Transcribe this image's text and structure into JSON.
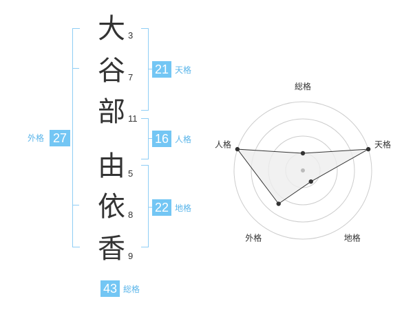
{
  "surname": [
    {
      "char": "大",
      "strokes": "3"
    },
    {
      "char": "谷",
      "strokes": "7"
    },
    {
      "char": "部",
      "strokes": "11"
    }
  ],
  "given_name": [
    {
      "char": "由",
      "strokes": "5"
    },
    {
      "char": "依",
      "strokes": "8"
    },
    {
      "char": "香",
      "strokes": "9"
    }
  ],
  "tenkaku": {
    "value": "21",
    "label": "天格"
  },
  "jinkaku": {
    "value": "16",
    "label": "人格"
  },
  "chikaku": {
    "value": "22",
    "label": "地格"
  },
  "gaikaku": {
    "value": "27",
    "label": "外格"
  },
  "soukaku": {
    "value": "43",
    "label": "総格"
  },
  "chart_data": {
    "type": "radar",
    "axes": [
      "総格",
      "天格",
      "地格",
      "外格",
      "人格"
    ],
    "values": [
      0.25,
      1.0,
      0.2,
      0.6,
      1.0
    ],
    "rings": 4,
    "grid": true,
    "colors": {
      "fill": "#eeeeee",
      "line": "#333333",
      "grid": "#cccccc",
      "center": "#bbbbbb"
    }
  }
}
